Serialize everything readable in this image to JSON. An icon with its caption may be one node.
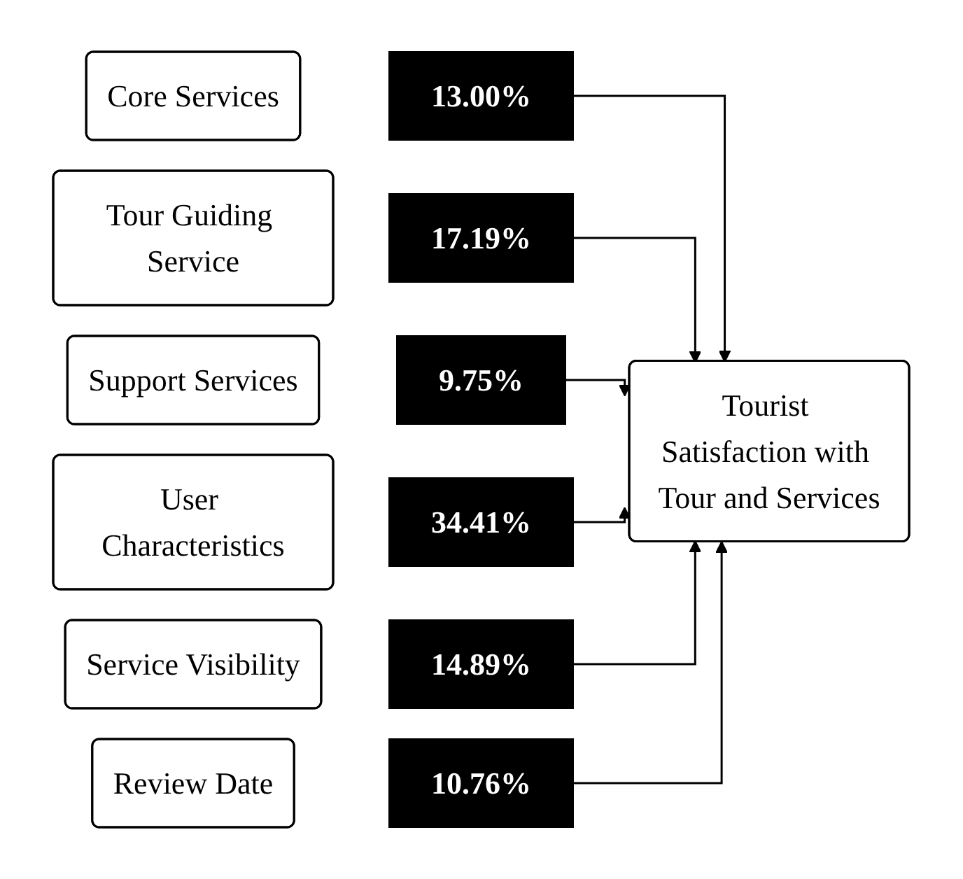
{
  "diagram": {
    "nodes": [
      {
        "text": [
          "Core Services"
        ]
      },
      {
        "text": [
          "Tour Guiding Service"
        ]
      },
      {
        "text": [
          "Support Services"
        ]
      },
      {
        "text": [
          "User Characteristics"
        ]
      },
      {
        "text": [
          "Service Visibility"
        ]
      },
      {
        "text": [
          "Review Date"
        ]
      },
      {
        "text": [
          "13.00%"
        ]
      },
      {
        "text": [
          "17.19%"
        ]
      },
      {
        "text": [
          "9.75%"
        ]
      },
      {
        "text": [
          "34.41%"
        ]
      },
      {
        "text": [
          "14.89%"
        ]
      },
      {
        "text": [
          "10.76%"
        ]
      },
      {
        "text": [
          "Tourist Satisfaction with Tour and Services"
        ]
      }
    ],
    "edges": [
      {
        "from": 6,
        "to": 12,
        "arrow": "to"
      },
      {
        "from": 7,
        "to": 12,
        "arrow": "to"
      },
      {
        "from": 8,
        "to": 12,
        "arrow": "to"
      },
      {
        "from": 9,
        "to": 12,
        "arrow": "to"
      },
      {
        "from": 10,
        "to": 12,
        "arrow": "to"
      },
      {
        "from": 11,
        "to": 12,
        "arrow": "to"
      }
    ]
  }
}
